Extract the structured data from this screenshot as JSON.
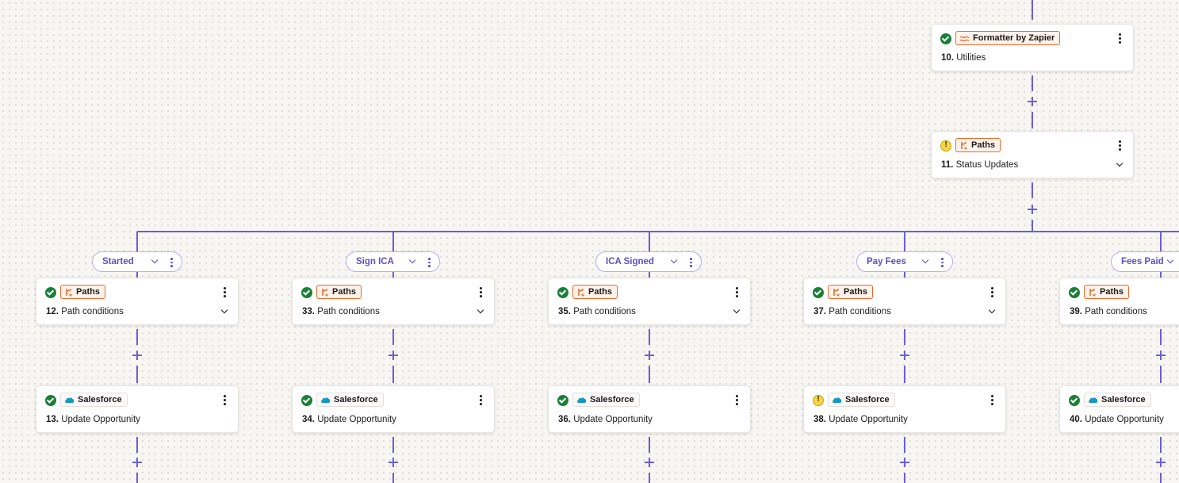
{
  "canvas": {
    "top_steps": [
      {
        "status": "ok",
        "app": "Formatter by Zapier",
        "app_icon": "formatter-icon",
        "number": "10.",
        "title": "Utilities",
        "expandable": false
      },
      {
        "status": "warn",
        "app": "Paths",
        "app_icon": "paths-icon",
        "number": "11.",
        "title": "Status Updates",
        "expandable": true
      }
    ],
    "branches": [
      {
        "label": "Started",
        "steps": [
          {
            "status": "ok",
            "app": "Paths",
            "app_icon": "paths-icon",
            "number": "12.",
            "title": "Path conditions",
            "expandable": true
          },
          {
            "status": "ok",
            "app": "Salesforce",
            "app_icon": "salesforce-icon",
            "number": "13.",
            "title": "Update Opportunity",
            "expandable": false
          }
        ]
      },
      {
        "label": "Sign ICA",
        "steps": [
          {
            "status": "ok",
            "app": "Paths",
            "app_icon": "paths-icon",
            "number": "33.",
            "title": "Path conditions",
            "expandable": true
          },
          {
            "status": "ok",
            "app": "Salesforce",
            "app_icon": "salesforce-icon",
            "number": "34.",
            "title": "Update Opportunity",
            "expandable": false
          }
        ]
      },
      {
        "label": "ICA Signed",
        "steps": [
          {
            "status": "ok",
            "app": "Paths",
            "app_icon": "paths-icon",
            "number": "35.",
            "title": "Path conditions",
            "expandable": true
          },
          {
            "status": "ok",
            "app": "Salesforce",
            "app_icon": "salesforce-icon",
            "number": "36.",
            "title": "Update Opportunity",
            "expandable": false
          }
        ]
      },
      {
        "label": "Pay Fees",
        "steps": [
          {
            "status": "ok",
            "app": "Paths",
            "app_icon": "paths-icon",
            "number": "37.",
            "title": "Path conditions",
            "expandable": true
          },
          {
            "status": "warn",
            "app": "Salesforce",
            "app_icon": "salesforce-icon",
            "number": "38.",
            "title": "Update Opportunity",
            "expandable": false
          }
        ]
      },
      {
        "label": "Fees Paid",
        "steps": [
          {
            "status": "ok",
            "app": "Paths",
            "app_icon": "paths-icon",
            "number": "39.",
            "title": "Path conditions",
            "expandable": true
          },
          {
            "status": "ok",
            "app": "Salesforce",
            "app_icon": "salesforce-icon",
            "number": "40.",
            "title": "Update Opportunity",
            "expandable": false
          }
        ]
      }
    ]
  },
  "colors": {
    "connector": "#6b5fd3",
    "paths_accent": "#e86a2c",
    "status_ok": "#1a7f37",
    "status_warn": "#f5d547",
    "salesforce": "#1798c1"
  }
}
